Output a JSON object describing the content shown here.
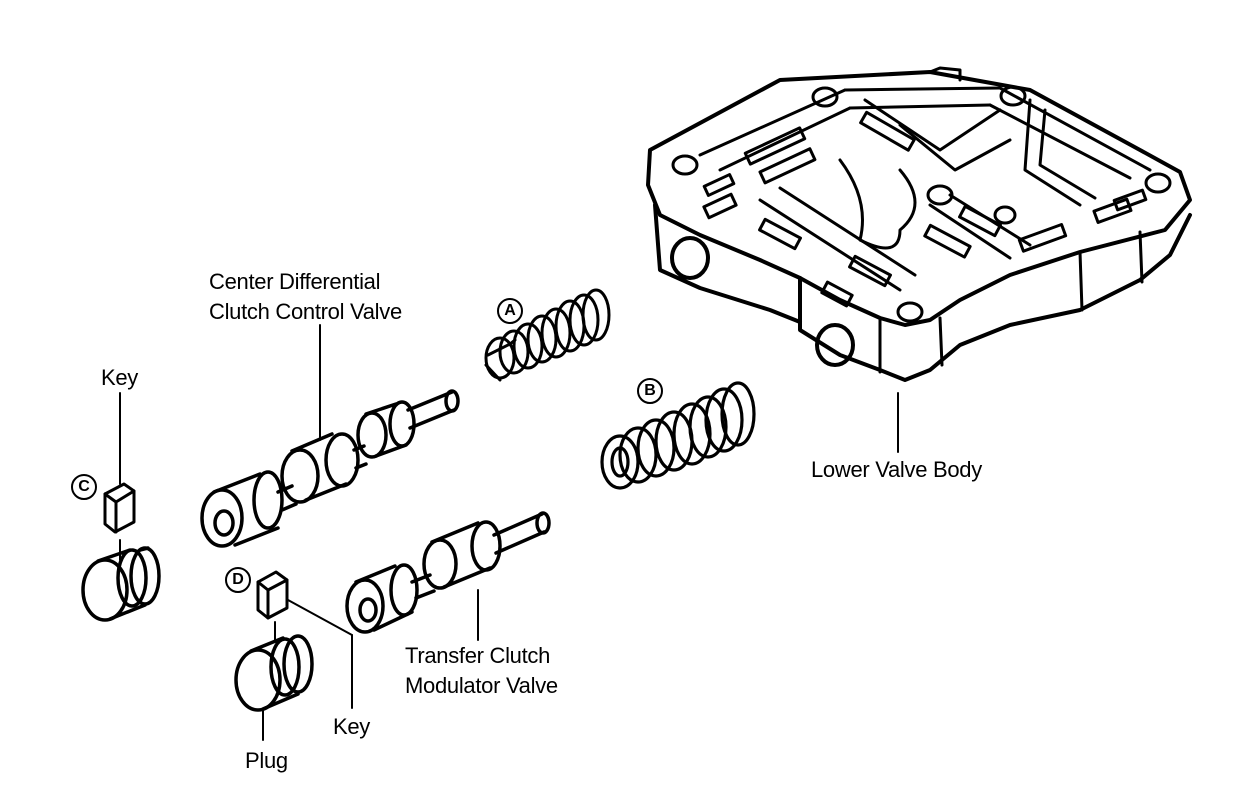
{
  "labels": {
    "center_valve_line1": "Center Differential",
    "center_valve_line2": "Clutch Control Valve",
    "transfer_valve_line1": "Transfer Clutch",
    "transfer_valve_line2": "Modulator Valve",
    "lower_valve_body": "Lower Valve Body",
    "key_upper": "Key",
    "key_lower": "Key",
    "plug": "Plug"
  },
  "callouts": {
    "a": "A",
    "b": "B",
    "c": "C",
    "d": "D"
  },
  "colors": {
    "ink": "#000000",
    "paper": "#ffffff"
  }
}
